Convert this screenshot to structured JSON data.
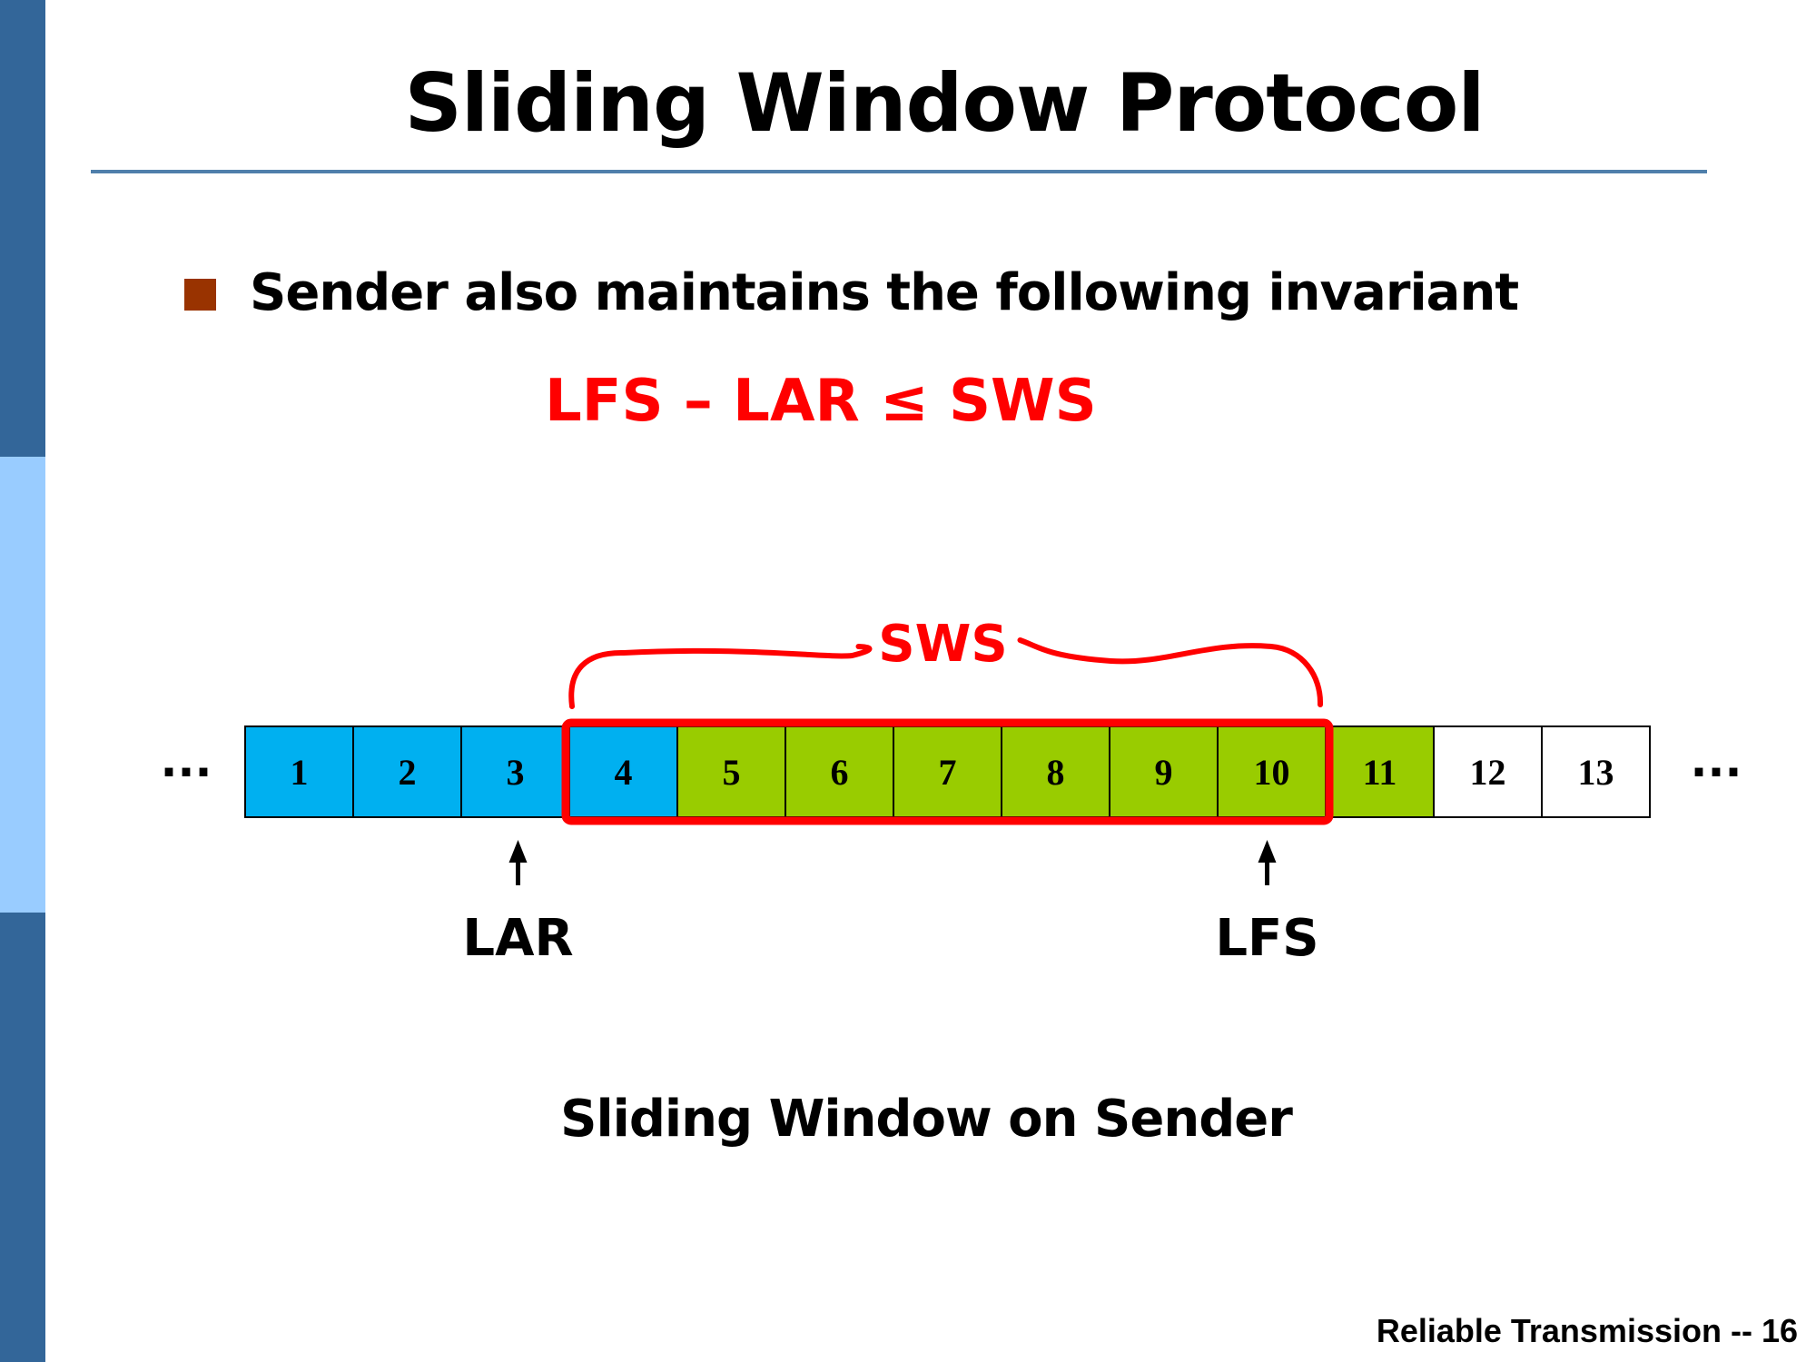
{
  "slide": {
    "title": "Sliding Window Protocol",
    "bullet": "Sender also maintains the following invariant",
    "invariant": "LFS – LAR ≤ SWS",
    "caption": "Sliding Window on Sender",
    "footer": "Reliable Transmission -- 16"
  },
  "diagram": {
    "ellipsis_left": "...",
    "ellipsis_right": "...",
    "frames": [
      {
        "label": "1",
        "state": "acked"
      },
      {
        "label": "2",
        "state": "acked"
      },
      {
        "label": "3",
        "state": "acked"
      },
      {
        "label": "4",
        "state": "acked"
      },
      {
        "label": "5",
        "state": "sent"
      },
      {
        "label": "6",
        "state": "sent"
      },
      {
        "label": "7",
        "state": "sent"
      },
      {
        "label": "8",
        "state": "sent"
      },
      {
        "label": "9",
        "state": "sent"
      },
      {
        "label": "10",
        "state": "sent"
      },
      {
        "label": "11",
        "state": "sent"
      },
      {
        "label": "12",
        "state": "unsent"
      },
      {
        "label": "13",
        "state": "unsent"
      }
    ],
    "window": {
      "label": "SWS",
      "first_frame": "4",
      "last_frame": "10"
    },
    "pointers": [
      {
        "label": "LAR",
        "frame": "3"
      },
      {
        "label": "LFS",
        "frame": "10"
      }
    ]
  },
  "colors": {
    "sidebar_dark": "#336699",
    "sidebar_light": "#99ccff",
    "title_rule": "#4f7fab",
    "bullet": "#993300",
    "accent_red": "#ff0000",
    "frame_acked": "#00b0f0",
    "frame_sent": "#99cc00",
    "frame_unsent": "#ffffff",
    "text": "#000000"
  }
}
